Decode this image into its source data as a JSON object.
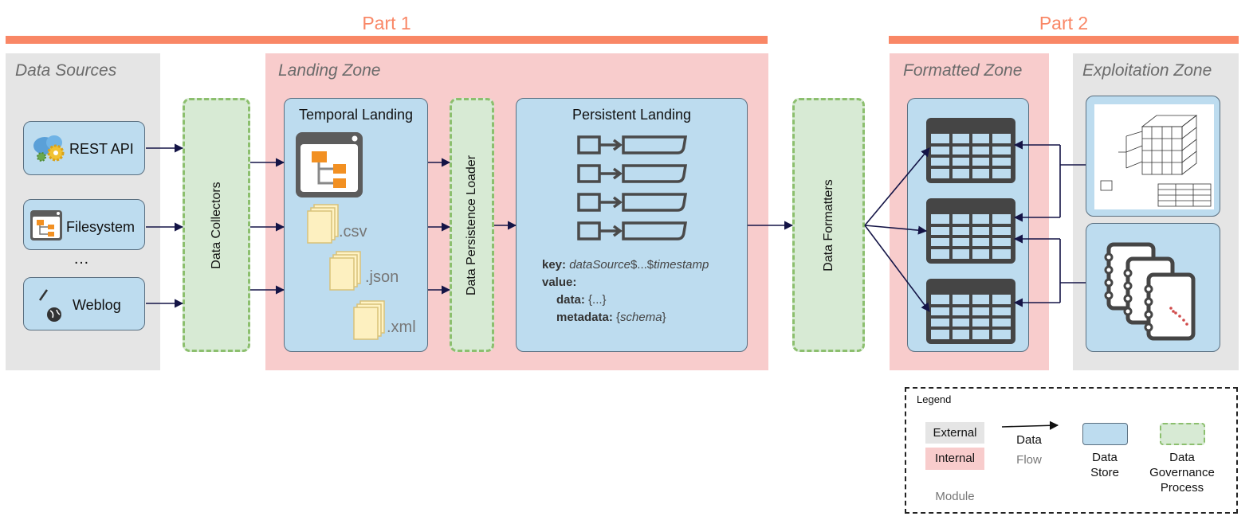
{
  "parts": [
    {
      "label": "Part 1"
    },
    {
      "label": "Part 2"
    }
  ],
  "zones": {
    "data_sources": "Data Sources",
    "landing": "Landing Zone",
    "formatted": "Formatted Zone",
    "exploitation": "Exploitation Zone"
  },
  "sources": {
    "rest_api": "REST API",
    "filesystem": "Filesystem",
    "ellipsis": "…",
    "weblog": "Weblog"
  },
  "processes": {
    "collectors": "Data Collectors",
    "persistence_loader": "Data Persistence Loader",
    "formatters": "Data Formatters"
  },
  "temporal_landing": {
    "title": "Temporal Landing",
    "files": [
      ".csv",
      ".json",
      ".xml"
    ]
  },
  "persistent_landing": {
    "title": "Persistent Landing",
    "key_label": "key:",
    "key_value_pre": "dataSource",
    "key_value_mid": "$...$",
    "key_value_post": "timestamp",
    "value_label": "value:",
    "data_label": "data:",
    "data_value": "{...}",
    "metadata_label": "metadata:",
    "metadata_open": "{",
    "metadata_value": "schema",
    "metadata_close": "}"
  },
  "legend": {
    "title": "Legend",
    "external": "External",
    "internal": "Internal",
    "module": "Module",
    "flow_line1": "Data",
    "flow_line2": "Flow",
    "store_line1": "Data",
    "store_line2": "Store",
    "gov_line1": "Data",
    "gov_line2": "Governance",
    "gov_line3": "Process"
  },
  "colors": {
    "accent": "#f98766",
    "external": "#e5e5e5",
    "internal": "#f8cccc",
    "data_store": "#bddcef",
    "governance": "#d7ead4",
    "governance_border": "#8cbf6e",
    "arrow": "#141446"
  },
  "icons": {
    "rest_api": "cloud-gear-icon",
    "filesystem": "folder-tree-window-icon",
    "weblog": "pen-globe-icon",
    "files": "document-stack-icon",
    "tables": "table-icon",
    "cube": "olap-cube-icon",
    "reports": "notebook-report-icon"
  }
}
